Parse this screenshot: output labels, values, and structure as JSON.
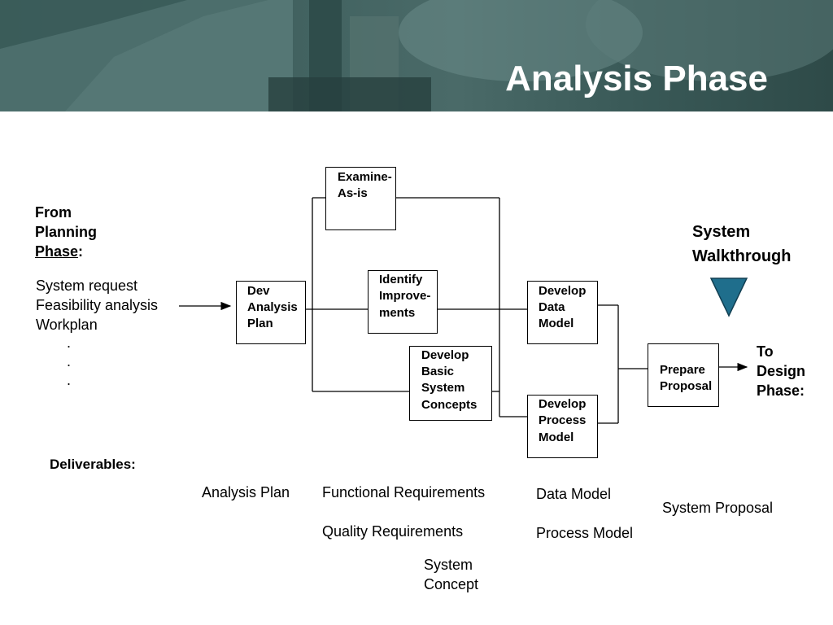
{
  "title": "Analysis Phase",
  "from_planning": {
    "line1": "From",
    "line2": "Planning",
    "phase_word": "Phase",
    "colon": ":"
  },
  "inputs": [
    "System request",
    "Feasibility analysis",
    "Workplan"
  ],
  "inputs_dots": [
    ".",
    ".",
    "."
  ],
  "steps": {
    "dev_analysis_plan": [
      "Dev",
      "Analysis",
      "Plan"
    ],
    "examine_as_is": [
      "Examine-",
      "As-is"
    ],
    "identify_improvements": [
      "Identify",
      "Improve-",
      "ments"
    ],
    "develop_basic_system_concepts": [
      "Develop",
      "Basic",
      "System",
      "Concepts"
    ],
    "develop_data_model": [
      "Develop",
      "Data",
      "Model"
    ],
    "develop_process_model": [
      "Develop",
      "Process",
      "Model"
    ],
    "prepare_proposal": [
      "Prepare",
      "Proposal"
    ]
  },
  "system_walkthrough": [
    "System",
    "Walkthrough"
  ],
  "walkthrough_marker_color": "#1f6e8c",
  "to_design": [
    "To",
    "Design",
    "Phase:"
  ],
  "deliverables": {
    "label": "Deliverables:",
    "analysis_plan": "Analysis Plan",
    "functional_requirements": "Functional Requirements",
    "quality_requirements": "Quality Requirements",
    "system_concept": [
      "System",
      "Concept"
    ],
    "data_model": "Data Model",
    "process_model": "Process Model",
    "system_proposal": "System Proposal"
  },
  "colors": {
    "banner": "#3f605e",
    "title_text": "#ffffff"
  }
}
